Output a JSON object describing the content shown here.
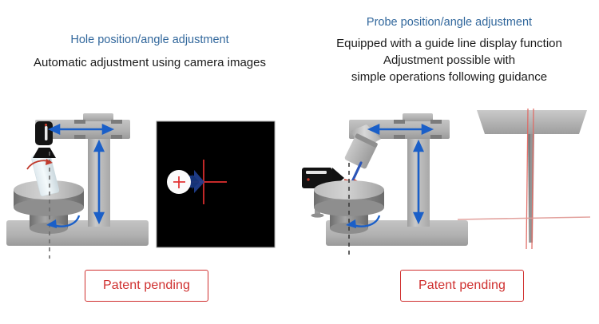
{
  "slide": {
    "background": "#ffffff",
    "accent_blue": "#31679c",
    "accent_red": "#cf2f2e",
    "arrow_blue": "#1a5fc8",
    "metal_gray": "#b0b0b0"
  },
  "panels": [
    {
      "id": "hole-adjustment",
      "subtitle": "Hole position/angle adjustment",
      "description_lines": [
        "Automatic adjustment using camera images"
      ],
      "badge_label": "Patent pending",
      "diagram": {
        "machine_name": "gantry-machine-with-camera",
        "parts": [
          "camera-head",
          "ring-light",
          "workpiece-tube",
          "rotary-table",
          "column",
          "crossbeam",
          "base"
        ],
        "motion_arrows": [
          "horizontal-traverse-arrow",
          "vertical-traverse-arrow",
          "table-rotation-arrow",
          "tilt-arrow"
        ],
        "center_axis": "dashed-vertical-axis"
      },
      "screen": {
        "name": "camera-image-view",
        "background": "#000000",
        "elements": [
          "hole-marker-circle",
          "hole-crosshair-red",
          "alignment-arrow-blue",
          "target-crosshair-red"
        ]
      }
    },
    {
      "id": "probe-adjustment",
      "subtitle": "Probe position/angle adjustment",
      "description_lines": [
        "Equipped with a guide line display function",
        "Adjustment possible with",
        "simple operations following guidance"
      ],
      "badge_label": "Patent pending",
      "diagram": {
        "machine_name": "gantry-machine-with-probe",
        "parts": [
          "side-camera",
          "camera-stand",
          "probe-arm",
          "probe-holder",
          "probe-needle",
          "rotary-table",
          "column",
          "crossbeam",
          "base"
        ],
        "motion_arrows": [
          "horizontal-traverse-arrow",
          "vertical-traverse-arrow",
          "table-rotation-arrow"
        ],
        "center_axis": "dashed-vertical-axis"
      },
      "screen": {
        "name": "guide-line-view",
        "background": "#ffffff",
        "elements": [
          "probe-silhouette",
          "table-edge-plate",
          "vertical-guide-line-red",
          "horizontal-guide-line-red"
        ]
      }
    }
  ]
}
